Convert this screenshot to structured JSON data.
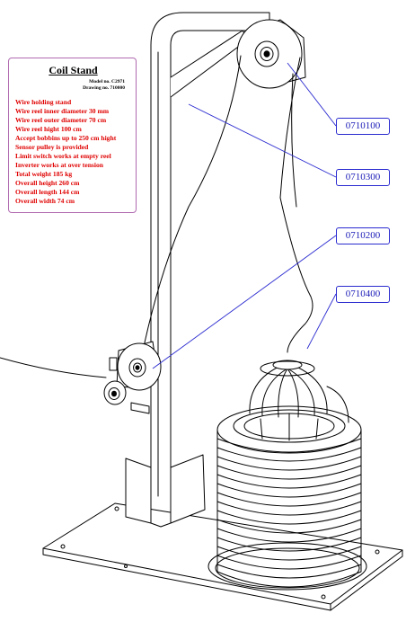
{
  "info": {
    "title": "Coil Stand",
    "meta": [
      "Model no. C2971",
      "Drawing no. 710000"
    ],
    "specs": [
      "Wire holding stand",
      "Wire reel inner diameter 30 mm",
      "Wire reel outer diameter 70 cm",
      "Wire reel hight 100 cm",
      "Accept bobbins up to 250 cm hight",
      "Sensor pulley is provided",
      "Limit switch works at empty reel",
      "Inverter works at over tension",
      "Total weight 185 kg",
      "Overall height 260 cm",
      "Overall length 144 cm",
      "Overall width 74 cm"
    ]
  },
  "callouts": [
    {
      "id": "top-pulley",
      "label": "0710100"
    },
    {
      "id": "guide-arm",
      "label": "0710300"
    },
    {
      "id": "sensor-pulley",
      "label": "0710200"
    },
    {
      "id": "reel-cage",
      "label": "0710400"
    }
  ],
  "colors": {
    "line": "#000000",
    "callout": "#1a1ab8",
    "infobox_border": "#b06ab0",
    "spec_text": "#e00000"
  }
}
